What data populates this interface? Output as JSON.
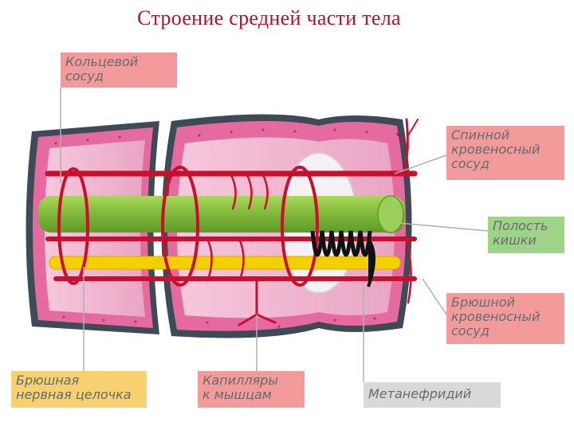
{
  "title": "Строение средней части тела",
  "labels": {
    "ring_vessel": "Кольцевой сосуд",
    "dorsal_vessel": [
      "Спинной",
      "кровеносный",
      "сосуд"
    ],
    "gut_cavity": [
      "Полость",
      "кишки"
    ],
    "ventral_vessel": [
      "Брюшной",
      "кровеносный",
      "сосуд"
    ],
    "nerve_cord": [
      "Брюшная",
      "нервная целочка"
    ],
    "capillaries": [
      "Капилляры",
      "к мышцам"
    ],
    "metanephridium": "Метанефридий"
  },
  "colors": {
    "title": "#b3122b",
    "vessel_label_bg": "#f39a9a",
    "gut_label_bg": "#9ed488",
    "nerve_label_bg": "#f7d070",
    "nephridium_label_bg": "#d9d9d9",
    "vessel": "#c8102e",
    "gut": "#8cc63f",
    "nerve_cord": "#f4d000",
    "body_wall": "#e46aa0",
    "cuticle": "#3d4b57"
  }
}
